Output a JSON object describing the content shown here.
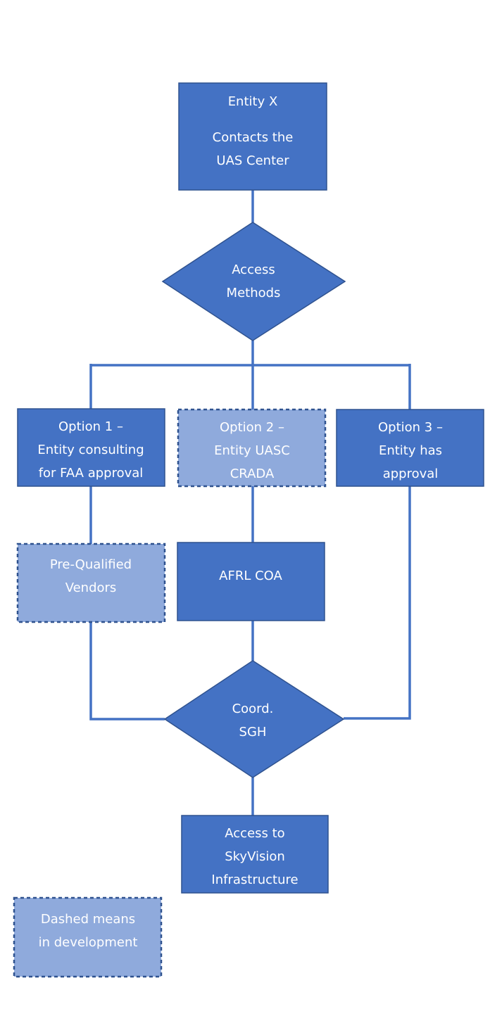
{
  "colors": {
    "primary_fill": "#4472c4",
    "in_development_fill": "#8faadc",
    "outline": "#2f528f",
    "connector": "#4472c4",
    "text": "#ffffff"
  },
  "nodes": {
    "entity_x": {
      "lines": [
        "Entity X",
        "",
        "Contacts the",
        "UAS Center"
      ]
    },
    "access_methods": {
      "lines": [
        "Access",
        "Methods"
      ]
    },
    "option_1": {
      "lines": [
        "Option 1 –",
        "Entity consulting",
        "for FAA approval"
      ]
    },
    "option_2": {
      "lines": [
        "Option 2 –",
        "Entity UASC",
        "CRADA"
      ],
      "in_development": true
    },
    "option_3": {
      "lines": [
        "Option 3 –",
        "Entity has",
        "approval"
      ]
    },
    "pre_qualified_vendors": {
      "lines": [
        "Pre-Qualified",
        "Vendors"
      ],
      "in_development": true
    },
    "afrl_coa": {
      "lines": [
        "AFRL COA"
      ]
    },
    "coord_sgh": {
      "lines": [
        "Coord.",
        "SGH"
      ]
    },
    "access_skyvision": {
      "lines": [
        "Access to",
        "SkyVision",
        "Infrastructure"
      ]
    }
  },
  "legend": {
    "lines": [
      "Dashed means",
      "in development"
    ]
  }
}
